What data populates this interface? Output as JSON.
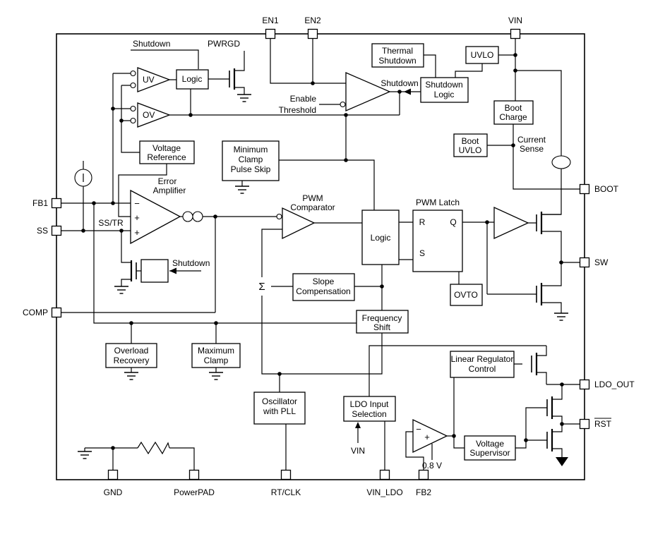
{
  "pins": {
    "en1": "EN1",
    "en2": "EN2",
    "vin": "VIN",
    "fb1": "FB1",
    "ss": "SS",
    "comp": "COMP",
    "boot": "BOOT",
    "sw": "SW",
    "ldo_out": "LDO_OUT",
    "rst": "RST",
    "gnd": "GND",
    "powerpad": "PowerPAD",
    "rt_clk": "RT/CLK",
    "vin_ldo": "VIN_LDO",
    "fb2": "FB2"
  },
  "blocks": {
    "logic_pg": "Logic",
    "thermal_shutdown": [
      "Thermal",
      "Shutdown"
    ],
    "uvlo": "UVLO",
    "shutdown_logic": [
      "Shutdown",
      "Logic"
    ],
    "boot_charge": [
      "Boot",
      "Charge"
    ],
    "boot_uvlo": [
      "Boot",
      "UVLO"
    ],
    "voltage_reference": [
      "Voltage",
      "Reference"
    ],
    "minimum_clamp": [
      "Minimum",
      "Clamp",
      "Pulse Skip"
    ],
    "logic_main": "Logic",
    "pwm_latch": {
      "title": "PWM Latch",
      "r": "R",
      "q": "Q",
      "s": "S"
    },
    "ovto": "OVTO",
    "slope_compensation": [
      "Slope",
      "Compensation"
    ],
    "frequency_shift": [
      "Frequency",
      "Shift"
    ],
    "overload_recovery": [
      "Overload",
      "Recovery"
    ],
    "maximum_clamp": [
      "Maximum",
      "Clamp"
    ],
    "oscillator": [
      "Oscillator",
      "with PLL"
    ],
    "ldo_input_selection": [
      "LDO Input",
      "Selection"
    ],
    "linear_regulator_control": [
      "Linear Regulator",
      "Control"
    ],
    "voltage_supervisor": [
      "Voltage",
      "Supervisor"
    ]
  },
  "labels": {
    "shutdown_top": "Shutdown",
    "pwrgd": "PWRGD",
    "uv": "UV",
    "ov": "OV",
    "enable_threshold": [
      "Enable",
      "Threshold"
    ],
    "shutdown_en": "Shutdown",
    "current_sense": [
      "Current",
      "Sense"
    ],
    "error_amplifier": [
      "Error",
      "Amplifier"
    ],
    "ss_tr": "SS/TR",
    "pwm_comparator": [
      "PWM",
      "Comparator"
    ],
    "sigma": "Σ",
    "shutdown_ea": "Shutdown",
    "vin_arrow": "VIN",
    "vref_0v8": "0.8 V",
    "minus": "−",
    "plus": "+"
  },
  "colors": {
    "line": "#000000",
    "background": "#ffffff"
  }
}
